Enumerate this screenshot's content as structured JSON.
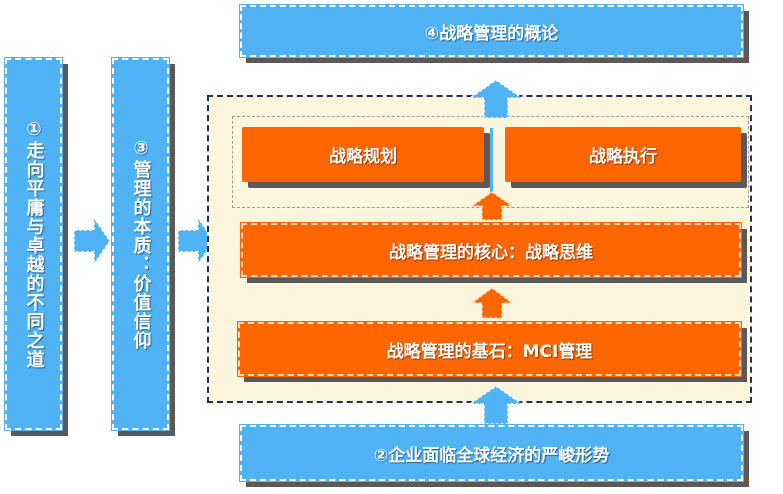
{
  "top_box": {
    "label": "④战略管理的概论"
  },
  "bottom_box": {
    "label": "②企业面临全球经济的严峻形势"
  },
  "left_column_1": {
    "label": "①走向平庸与卓越的不同之道"
  },
  "left_column_2": {
    "label": "③管理的本质：价值信仰"
  },
  "core_box": {
    "label": "战略管理的核心：战略思维"
  },
  "foundation_box": {
    "label": "战略管理的基石：MCI管理"
  },
  "planning_box": {
    "label": "战略规划"
  },
  "execution_box": {
    "label": "战略执行"
  },
  "colors": {
    "blue": "#4fb3f6",
    "orange": "#ff6600",
    "panel": "#fdf6de",
    "border": "#1e2f5a"
  }
}
